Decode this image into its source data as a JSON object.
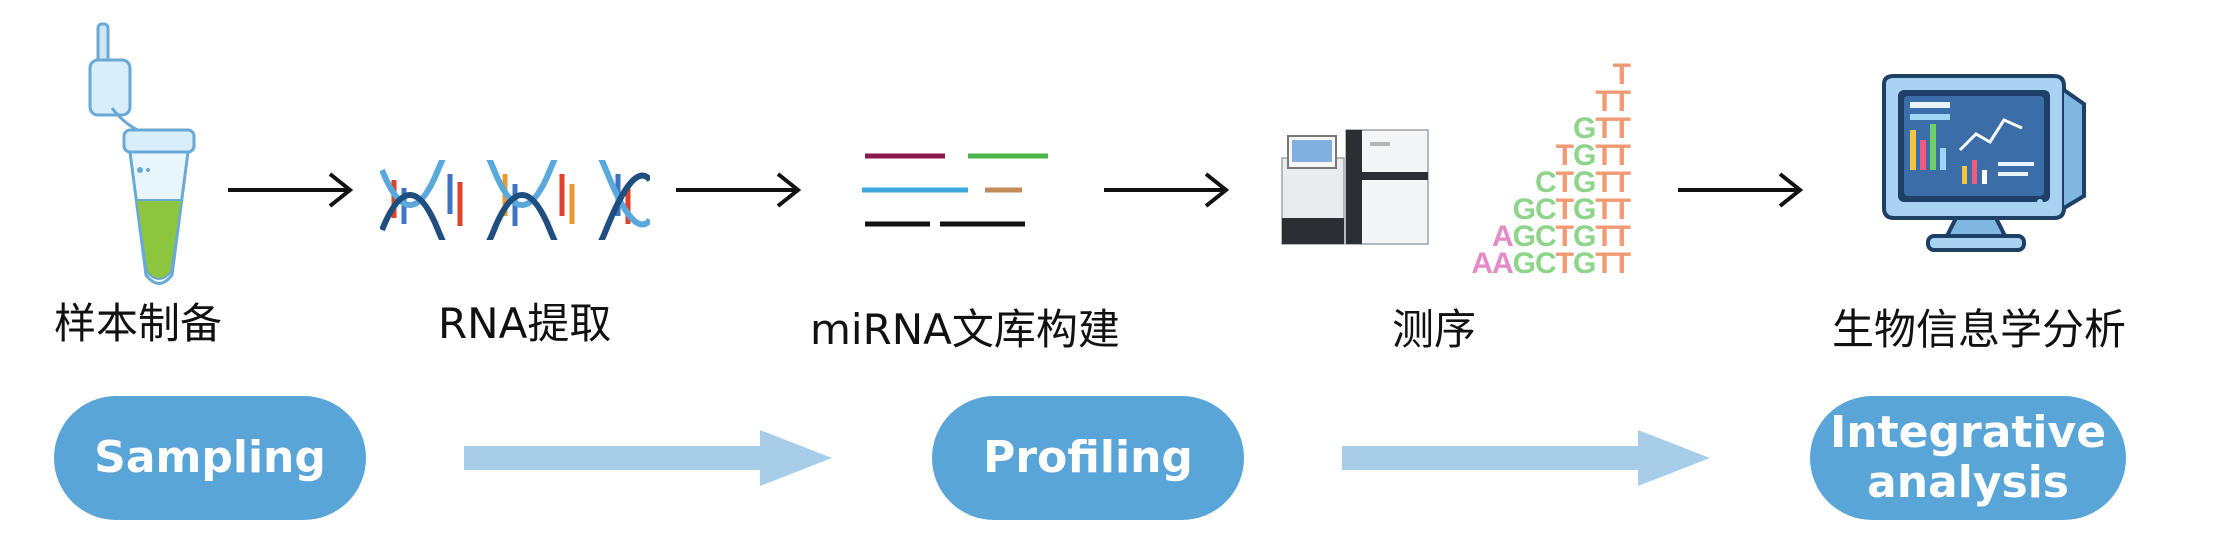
{
  "steps": {
    "sampling_label": "样本制备",
    "rna_label": "RNA提取",
    "library_label": "miRNA文库构建",
    "seq_label": "测序",
    "bioinfo_label": "生物信息学分析"
  },
  "stages": {
    "sampling": "Sampling",
    "profiling": "Profiling",
    "integrative_line1": "Integrative",
    "integrative_line2": "analysis"
  },
  "sequence_rows": [
    "T",
    "TT",
    "GTT",
    "TGTT",
    "CTGTT",
    "GCTGTT",
    "AGCTGTT",
    "AAGCTGTT"
  ],
  "colors": {
    "pill": "#5aa5d7",
    "big_arrow": "#a8cde9",
    "A": "#e48ac6",
    "G": "#8fd48b",
    "C": "#8fd48b",
    "T": "#f29a73",
    "tube_liquid": "#8cc63f",
    "lib_line1": "#8b1a4c",
    "lib_line2": "#4bb54b",
    "lib_line3": "#3ca7e0",
    "lib_line4": "#c18a5a",
    "lib_line5": "#111111"
  }
}
